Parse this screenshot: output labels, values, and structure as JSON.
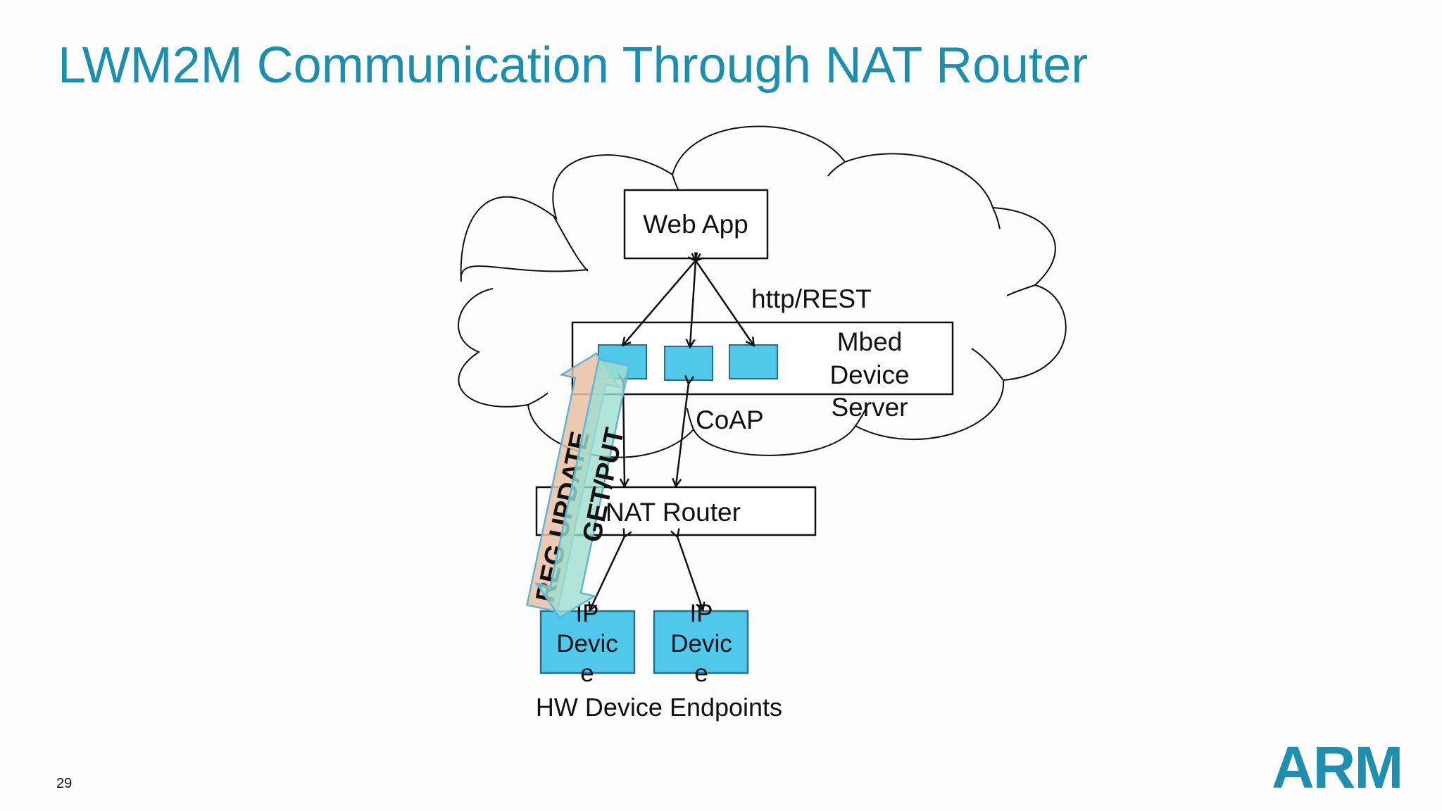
{
  "slide": {
    "title": "LWM2M Communication Through NAT Router",
    "number": "29",
    "logo": "ARM"
  },
  "colors": {
    "title": "#1a8fae",
    "module_fill": "#4fc8ec",
    "reg_update_arrow": "#e9bfa3",
    "get_put_arrow": "#9fdfcf",
    "logo": "#1f8fb0"
  },
  "diagram": {
    "web_app": "Web App",
    "http_rest": "http/REST",
    "device_server": [
      "Mbed",
      "Device",
      "Server"
    ],
    "coap": "CoAP",
    "nat_router": "NAT Router",
    "reg_update": "REG UPDATE",
    "get_put": "GET/PUT",
    "ip_device_1": [
      "IP",
      "Devic",
      "e"
    ],
    "ip_device_2": [
      "IP",
      "Devic",
      "e"
    ],
    "endpoints_label": "HW Device Endpoints"
  }
}
